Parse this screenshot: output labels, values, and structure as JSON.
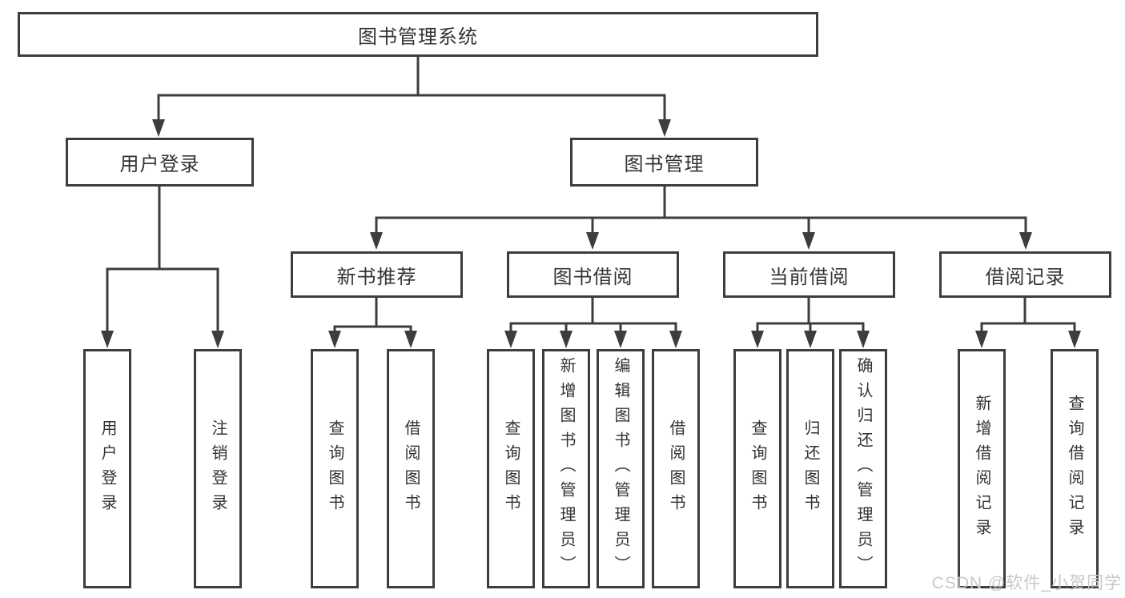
{
  "diagram_type": "function-structure-chart",
  "colors": {
    "line": "#3d3d3d",
    "box_border": "#3d3d3d",
    "text": "#333333",
    "background": "#ffffff",
    "watermark": "#c8c8c8"
  },
  "tree": {
    "label": "图书管理系统",
    "children": [
      {
        "label": "用户登录",
        "children": [
          {
            "label": "用户登录"
          },
          {
            "label": "注销登录"
          }
        ]
      },
      {
        "label": "图书管理",
        "children": [
          {
            "label": "新书推荐",
            "children": [
              {
                "label": "查询图书"
              },
              {
                "label": "借阅图书"
              }
            ]
          },
          {
            "label": "图书借阅",
            "children": [
              {
                "label": "查询图书"
              },
              {
                "label": "新增图书（管理员）"
              },
              {
                "label": "编辑图书（管理员）"
              },
              {
                "label": "借阅图书"
              }
            ]
          },
          {
            "label": "当前借阅",
            "children": [
              {
                "label": "查询图书"
              },
              {
                "label": "归还图书"
              },
              {
                "label": "确认归还（管理员）"
              }
            ]
          },
          {
            "label": "借阅记录",
            "children": [
              {
                "label": "新增借阅记录"
              },
              {
                "label": "查询借阅记录"
              }
            ]
          }
        ]
      }
    ]
  },
  "watermark": {
    "text": "CSDN @软件_小贺同学"
  }
}
